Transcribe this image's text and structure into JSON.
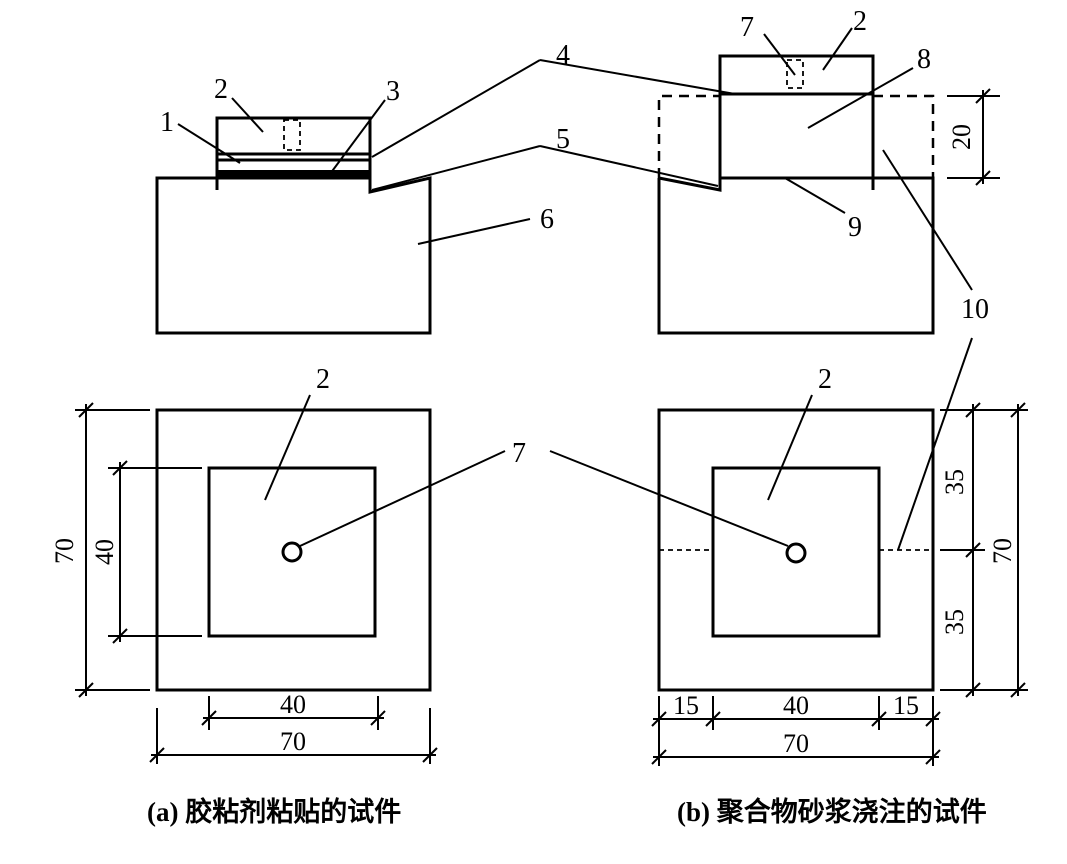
{
  "labels": {
    "l1": "1",
    "l2": "2",
    "l3": "3",
    "l4": "4",
    "l5": "5",
    "l6": "6",
    "l7": "7",
    "l8": "8",
    "l9": "9",
    "l10": "10"
  },
  "dimensions": {
    "d70": "70",
    "d40": "40",
    "d35": "35",
    "d15": "15",
    "d20": "20"
  },
  "captions": {
    "a": "(a) 胶粘剂粘贴的试件",
    "b": "(b) 聚合物砂浆浇注的试件"
  }
}
